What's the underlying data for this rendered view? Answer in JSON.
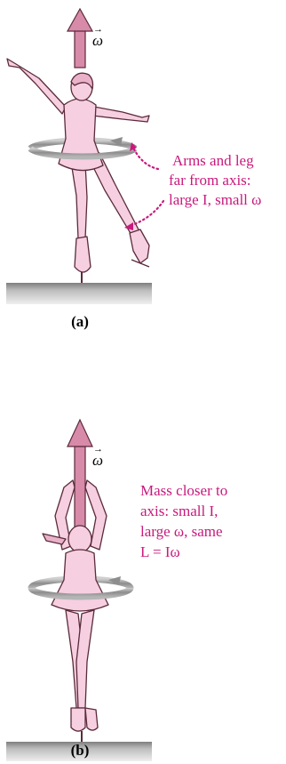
{
  "panel_a": {
    "label": "(a)",
    "omega_symbol": "ω",
    "annotation_lines": [
      "Arms and leg",
      "far from axis:",
      "large I, small ω"
    ]
  },
  "panel_b": {
    "label": "(b)",
    "omega_symbol": "ω",
    "annotation_lines": [
      "Mass closer to",
      "axis:  small I,",
      "large ω, same",
      "L = Iω"
    ]
  },
  "colors": {
    "accent": "#c8197c",
    "skater_fill": "#f6cfe0",
    "skater_outline": "#5a2b3a",
    "arrow_fill": "#d88aa9",
    "ring": "#9a9a9a",
    "floor_top": "#8c8c8c",
    "floor_bottom": "#e4e4e4"
  },
  "icons": [
    "angular-velocity-arrow",
    "rotation-ring",
    "ice-floor"
  ]
}
